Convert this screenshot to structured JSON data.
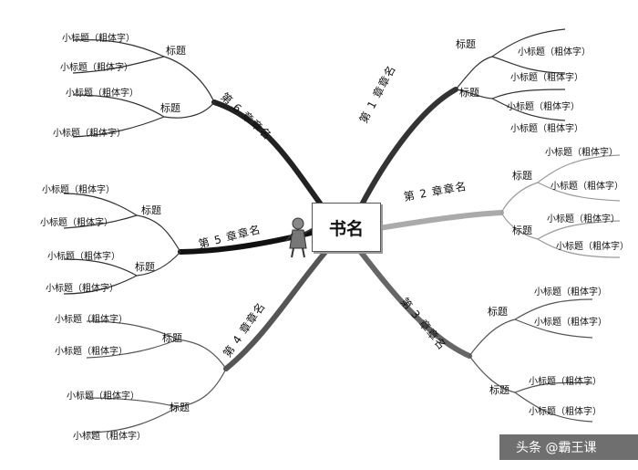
{
  "center": {
    "title": "书名"
  },
  "chapters": [
    {
      "name": "第 1 章章名",
      "groups": [
        {
          "title": "标题",
          "subs": [
            "小标题（粗体字）",
            "小标题（粗体字）"
          ]
        },
        {
          "title": "标题",
          "subs": [
            "小标题（粗体字）",
            "小标题（粗体字）"
          ]
        }
      ]
    },
    {
      "name": "第 2 章章名",
      "groups": [
        {
          "title": "标题",
          "subs": [
            "小标题（粗体字）",
            "小标题（粗体字）"
          ]
        },
        {
          "title": "标题",
          "subs": [
            "小标题（粗体字）",
            "小标题（粗体字）"
          ]
        }
      ]
    },
    {
      "name": "第 3 章章名",
      "groups": [
        {
          "title": "标题",
          "subs": [
            "小标题（粗体字）",
            "小标题（粗体字）"
          ]
        },
        {
          "title": "标题",
          "subs": [
            "小标题（粗体字）",
            "小标题（粗体字）"
          ]
        }
      ]
    },
    {
      "name": "第 4 章章名",
      "groups": [
        {
          "title": "标题",
          "subs": [
            "小标题（粗体字）",
            "小标题（粗体字）"
          ]
        },
        {
          "title": "标题",
          "subs": [
            "小标题（粗体字）",
            "小标题（粗体字）"
          ]
        }
      ]
    },
    {
      "name": "第 5 章章名",
      "groups": [
        {
          "title": "标题",
          "subs": [
            "小标题（粗体字）",
            "小标题（粗体字）"
          ]
        },
        {
          "title": "标题",
          "subs": [
            "小标题（粗体字）",
            "小标题（粗体字）"
          ]
        }
      ]
    },
    {
      "name": "第 6 章章名",
      "groups": [
        {
          "title": "标题",
          "subs": [
            "小标题（粗体字）",
            "小标题（粗体字）"
          ]
        },
        {
          "title": "标题",
          "subs": [
            "小标题（粗体字）",
            "小标题（粗体字）"
          ]
        }
      ]
    }
  ],
  "watermark": "头条 @霸王课",
  "colors": {
    "line": "#333333",
    "light_line": "#aaaaaa",
    "text": "#111111",
    "watermark_bg": "#555555"
  },
  "icons": [
    "figure-icon"
  ]
}
